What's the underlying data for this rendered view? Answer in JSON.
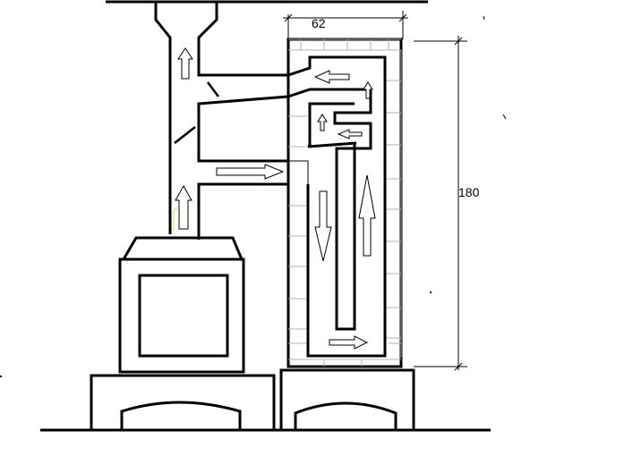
{
  "dimensions": {
    "width_label": "62",
    "height_label": "180"
  },
  "colors": {
    "line": "#000000",
    "brick_joint": "#b0b0b0",
    "highlight": "#e8d44a"
  },
  "icons": [
    "up-arrow",
    "left-arrow",
    "right-arrow",
    "down-arrow",
    "damper-valve"
  ]
}
